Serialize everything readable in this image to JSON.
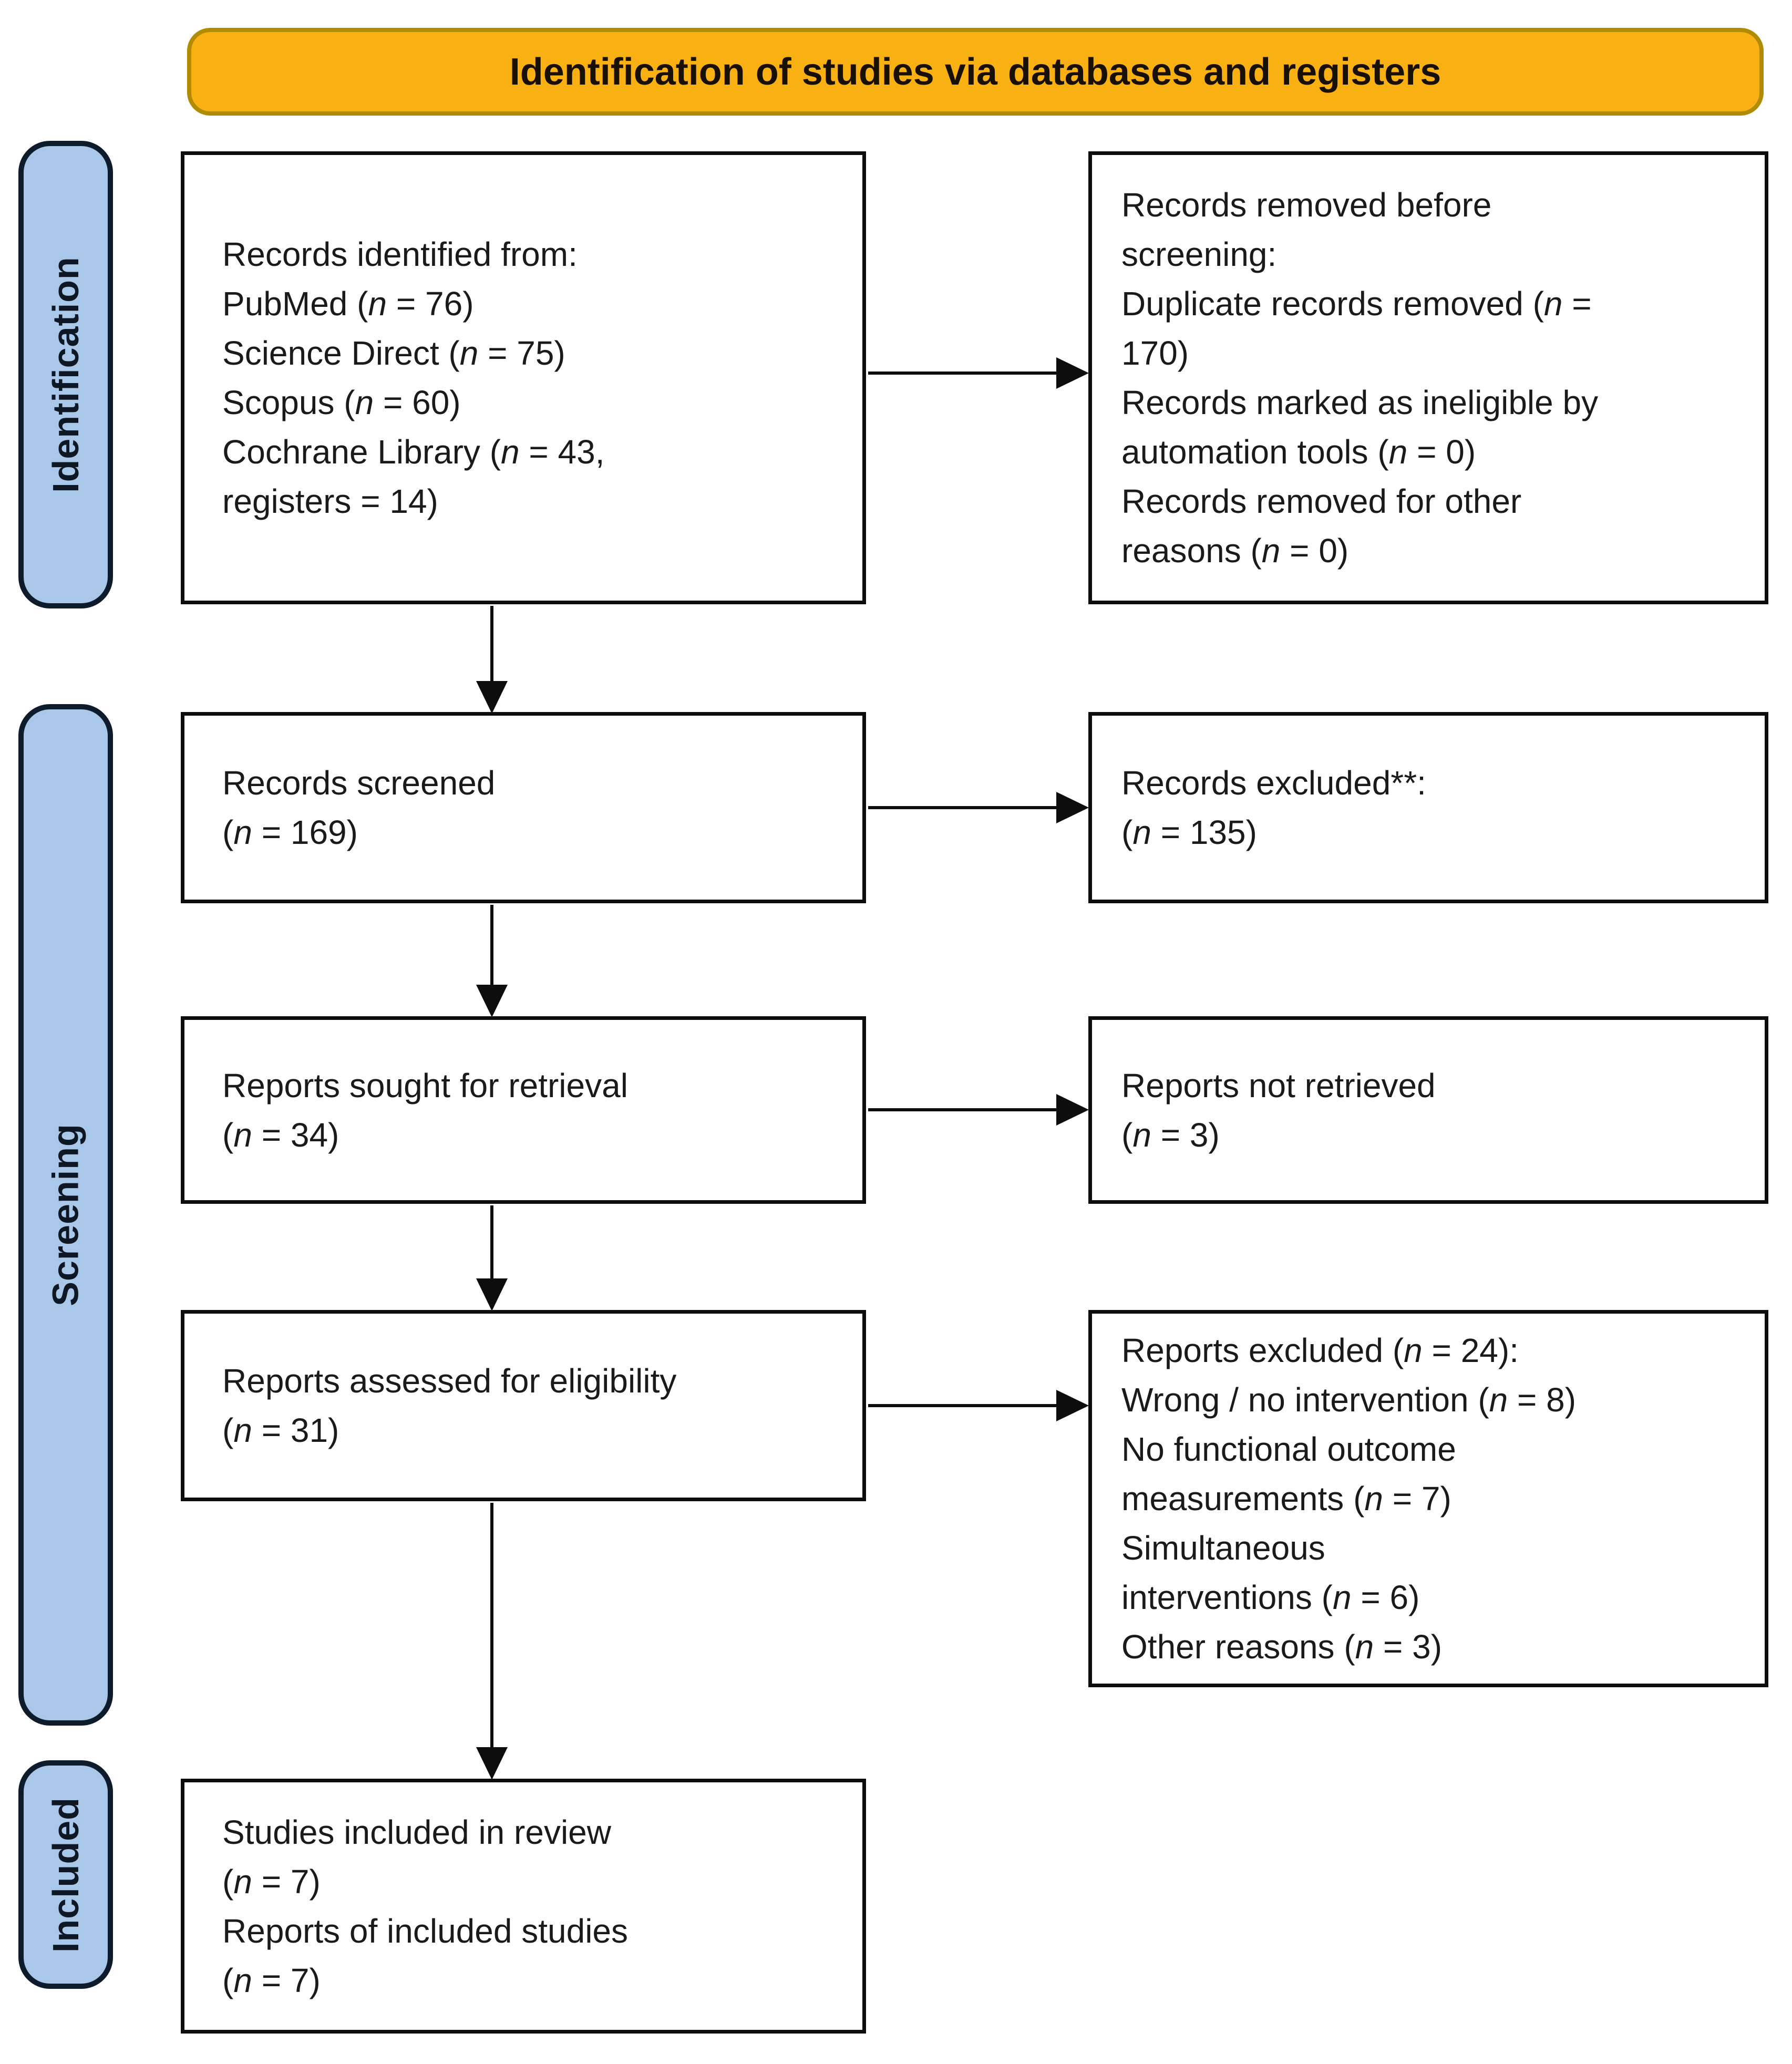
{
  "banner": {
    "title": "Identification of studies via databases and registers"
  },
  "stages": {
    "identification": "Identification",
    "screening": "Screening",
    "included": "Included"
  },
  "boxes": {
    "records_identified": {
      "lines": [
        "Records identified from:",
        "PubMed (n = 76)",
        "Science Direct (n = 75)",
        "Scopus (n = 60)",
        "Cochrane Library (n = 43,",
        "registers = 14)"
      ]
    },
    "records_removed": {
      "lines": [
        "Records removed before",
        "screening:",
        "Duplicate records removed (n =",
        "170)",
        "Records marked as ineligible by",
        "automation tools (n = 0)",
        "Records removed for other",
        "reasons (n = 0)"
      ]
    },
    "records_screened": {
      "lines": [
        "Records screened",
        "(n = 169)"
      ]
    },
    "records_excluded": {
      "lines": [
        "Records excluded**:",
        "(n = 135)"
      ]
    },
    "reports_sought": {
      "lines": [
        "Reports sought for retrieval",
        "(n = 34)"
      ]
    },
    "reports_not_retrieved": {
      "lines": [
        "Reports not retrieved",
        "(n = 3)"
      ]
    },
    "reports_assessed": {
      "lines": [
        "Reports assessed for eligibility",
        "(n = 31)"
      ]
    },
    "reports_excluded": {
      "lines": [
        "Reports excluded (n = 24):",
        "Wrong / no intervention (n = 8)",
        "No functional outcome",
        "measurements (n = 7)",
        "Simultaneous",
        "interventions (n = 6)",
        "Other reasons (n = 3)"
      ]
    },
    "studies_included": {
      "lines": [
        "Studies included in review",
        "(n = 7)",
        "Reports of included studies",
        "(n = 7)"
      ]
    }
  },
  "colors": {
    "banner_fill": "#F9B012",
    "banner_border": "#B18C03",
    "stage_fill": "#A9C7E8",
    "stage_border": "#0D1B2A",
    "box_border": "#0D0D0D",
    "arrow": "#0D0D0D",
    "text": "#1A1A1A"
  }
}
